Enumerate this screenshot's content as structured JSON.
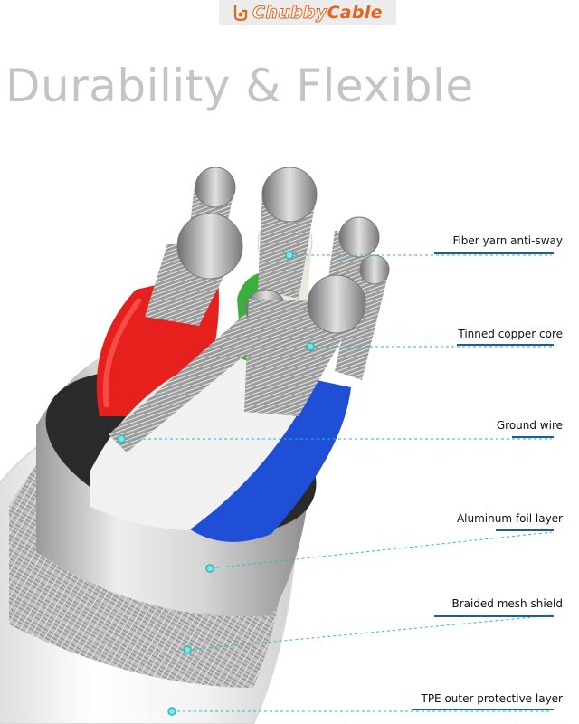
{
  "logo": {
    "brand_part1": "Chubby",
    "brand_part2": "Cable",
    "icon": "chubby-cable-logo-icon"
  },
  "headline": "Durability & Flexible",
  "callouts": [
    "Fiber yarn anti-sway",
    "Tinned copper core",
    "Ground wire",
    "Aluminum foil layer",
    "Braided mesh shield",
    "TPE outer protective layer"
  ],
  "colors": {
    "brand_orange": "#e8621a",
    "headline_gray": "#c4c4c4",
    "leader_line": "#2bb7c9",
    "label_bar": "#1f5f8f",
    "red_wire": "#e5201d",
    "blue_wire": "#1f4fd6",
    "green_wire": "#3cae3c"
  }
}
